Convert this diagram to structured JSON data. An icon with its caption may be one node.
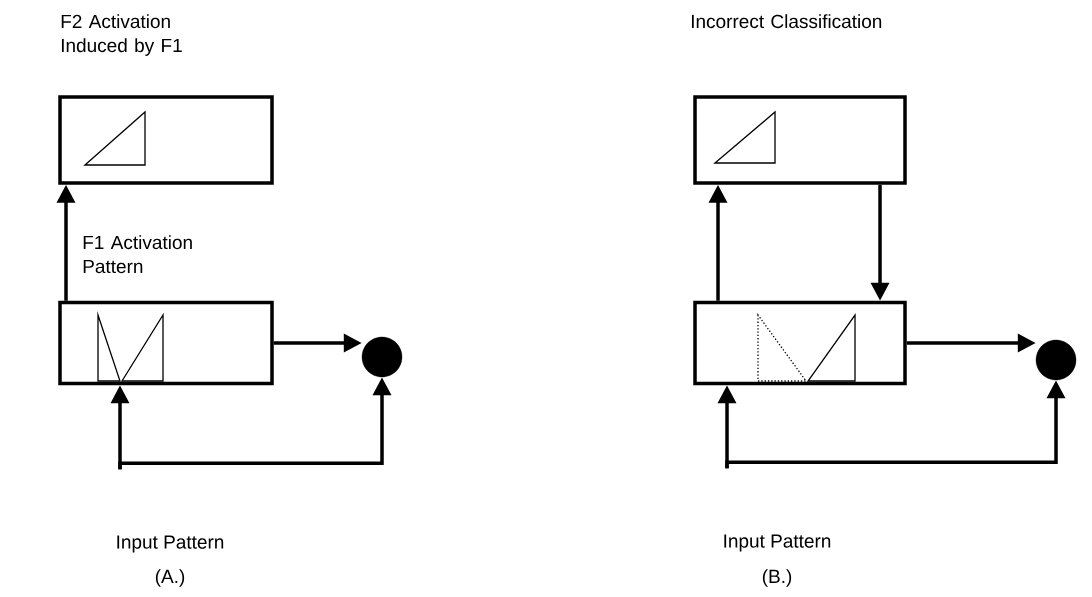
{
  "diagram": {
    "nodes": [
      {
        "text": [
          "F2 Activation Induced by F1"
        ]
      },
      {
        "text": [
          "F1 Activation Pattern"
        ]
      },
      {
        "text": [],
        "shape": "circle"
      },
      {
        "text": [
          "Input Pattern"
        ]
      },
      {
        "text": [
          "Incorrect Classification"
        ]
      },
      {
        "text": [],
        "shape": "box"
      },
      {
        "text": [],
        "shape": "circle"
      },
      {
        "text": [
          "Input Pattern"
        ]
      }
    ],
    "edges": [
      {
        "from": 1,
        "to": 0,
        "arrow": "to"
      },
      {
        "from": 1,
        "to": 2,
        "arrow": "to"
      },
      {
        "from": 3,
        "to": 1,
        "arrow": "to"
      },
      {
        "from": 3,
        "to": 2,
        "arrow": "to"
      },
      {
        "from": 5,
        "to": 4,
        "arrow": "to"
      },
      {
        "from": 4,
        "to": 5,
        "arrow": "to"
      },
      {
        "from": 5,
        "to": 6,
        "arrow": "to"
      },
      {
        "from": 7,
        "to": 5,
        "arrow": "to"
      },
      {
        "from": 7,
        "to": 6,
        "arrow": "to"
      }
    ],
    "labels": [
      "(A.)",
      "(B.)"
    ]
  }
}
